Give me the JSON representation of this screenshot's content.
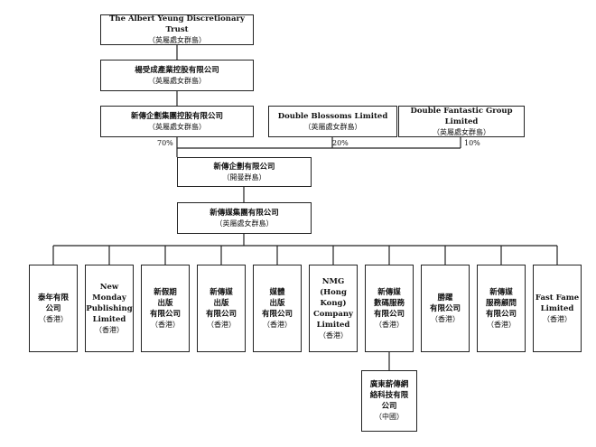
{
  "entities": {
    "albert_trust": {
      "name": "The Albert Yeung Discretionary Trust",
      "place": "（英屬處女群島）"
    },
    "yeung_holdings": {
      "name": "楊受成產業控股有限公司",
      "place": "（英屬處女群島）"
    },
    "emperor_group_holdings": {
      "name": "新傳企劃集團控股有限公司",
      "place": "（英屬處女群島）"
    },
    "double_blossoms": {
      "name": "Double Blossoms Limited",
      "place": "（英屬處女群島）"
    },
    "double_fantastic": {
      "name": "Double Fantastic Group Limited",
      "place": "（英屬處女群島）"
    },
    "emperor_planning": {
      "name": "新傳企劃有限公司",
      "place": "（開曼群島）"
    },
    "media_group": {
      "name": "新傳媒集團有限公司",
      "place": "（英屬處女群島）"
    },
    "sub1": {
      "name": "泰年有限\n公司",
      "place": "（香港）"
    },
    "sub2": {
      "name": "New\nMonday\nPublishing\nLimited",
      "place": "（香港）"
    },
    "sub3": {
      "name": "新假期\n出版\n有限公司",
      "place": "（香港）"
    },
    "sub4": {
      "name": "新傳媒\n出版\n有限公司",
      "place": "（香港）"
    },
    "sub5": {
      "name": "媒體\n出版\n有限公司",
      "place": "（香港）"
    },
    "sub6": {
      "name": "NMG\n(Hong\nKong)\nCompany\nLimited",
      "place": "（香港）"
    },
    "sub7": {
      "name": "新傳媒\n數碼服務\n有限公司",
      "place": "（香港）"
    },
    "sub8": {
      "name": "勝躍\n有限公司",
      "place": "（香港）"
    },
    "sub9": {
      "name": "新傳媒\n服務顧問\n有限公司",
      "place": "（香港）"
    },
    "sub10": {
      "name": "Fast Fame\nLimited",
      "place": "（香港）"
    },
    "guangdong": {
      "name": "廣東薪傳網\n絡科技有限\n公司",
      "place": "（中國）"
    }
  },
  "shareholdings": {
    "emperor_group_holdings": "70%",
    "double_blossoms": "20%",
    "double_fantastic": "10%"
  }
}
